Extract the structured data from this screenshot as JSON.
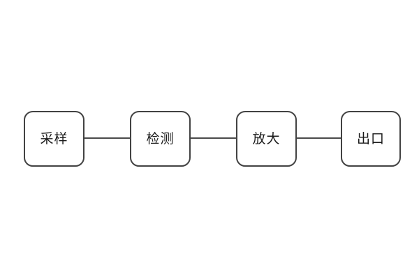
{
  "page": {
    "background_color": "#ffffff"
  },
  "diagram": {
    "type": "flowchart",
    "direction": "left-to-right",
    "node_fill_color": "#ffffff",
    "node_border_color": "#424242",
    "connector_color": "#4a4a4a",
    "text_color": "#1a1a1a",
    "nodes": [
      {
        "id": "node-1",
        "label": "采样"
      },
      {
        "id": "node-2",
        "label": "检测"
      },
      {
        "id": "node-3",
        "label": "放大"
      },
      {
        "id": "node-4",
        "label": "出口"
      }
    ],
    "connections": [
      {
        "from": "采样",
        "to": "检测"
      },
      {
        "from": "检测",
        "to": "放大"
      },
      {
        "from": "放大",
        "to": "出口"
      }
    ]
  }
}
